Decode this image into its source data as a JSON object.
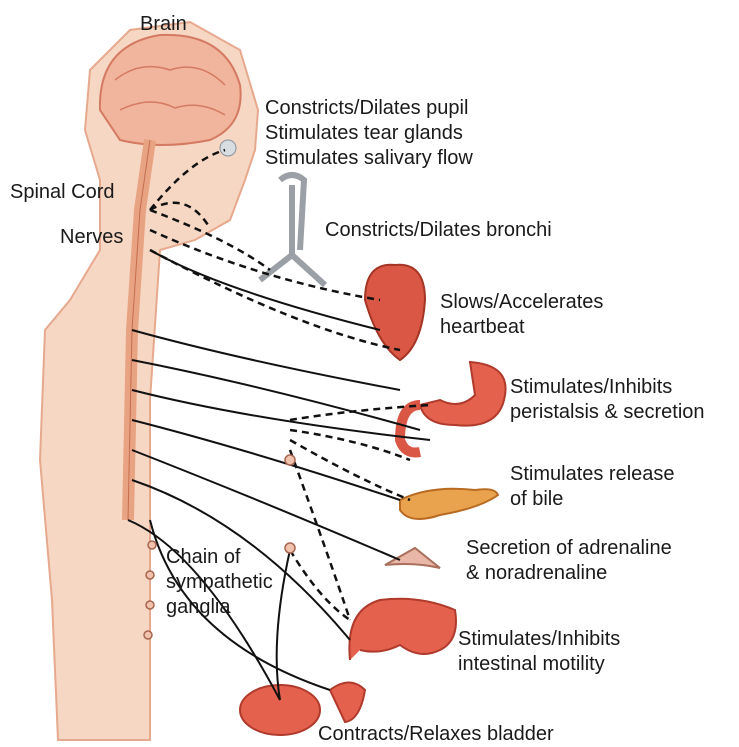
{
  "labels": {
    "brain": "Brain",
    "spinal_cord": "Spinal Cord",
    "nerves": "Nerves",
    "chain": [
      "Chain of",
      "sympathetic",
      "ganglia"
    ],
    "eye": [
      "Constricts/Dilates pupil",
      "Stimulates tear glands",
      "Stimulates salivary flow"
    ],
    "bronchi": "Constricts/Dilates bronchi",
    "heart": [
      "Slows/Accelerates",
      "heartbeat"
    ],
    "stomach": [
      "Stimulates/Inhibits",
      "peristalsis & secretion"
    ],
    "bile": [
      "Stimulates release",
      "of bile"
    ],
    "adrenal": [
      "Secretion of adrenaline",
      "& noradrenaline"
    ],
    "intestine": [
      "Stimulates/Inhibits",
      "intestinal motility"
    ],
    "bladder": "Contracts/Relaxes bladder"
  }
}
